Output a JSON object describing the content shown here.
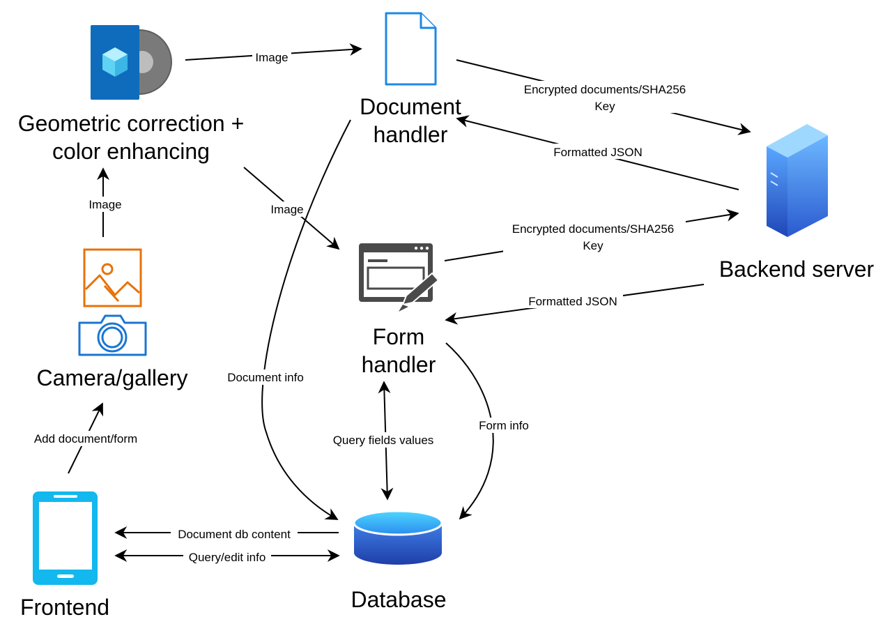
{
  "nodes": {
    "geometric": {
      "label_line1": "Geometric correction +",
      "label_line2": "color enhancing",
      "icon": "image-processing-icon"
    },
    "document_handler": {
      "label_line1": "Document",
      "label_line2": "handler",
      "icon": "document-icon"
    },
    "backend": {
      "label": "Backend server",
      "icon": "server-icon"
    },
    "form_handler": {
      "label_line1": "Form",
      "label_line2": "handler",
      "icon": "form-edit-icon"
    },
    "camera": {
      "label": "Camera/gallery",
      "icons": [
        "image-icon",
        "camera-icon"
      ]
    },
    "frontend": {
      "label": "Frontend",
      "icon": "smartphone-icon"
    },
    "database": {
      "label": "Database",
      "icon": "database-icon"
    }
  },
  "edges": {
    "geo_to_doc": "Image",
    "geo_to_form": "Image",
    "camera_to_geo": "Image",
    "doc_to_backend_1": "Encrypted documents/SHA256",
    "doc_to_backend_2": "Key",
    "backend_to_doc": "Formatted JSON",
    "form_to_backend_1": "Encrypted documents/SHA256",
    "form_to_backend_2": "Key",
    "backend_to_form": "Formatted JSON",
    "doc_to_db": "Document info",
    "form_db_query": "Query fields values",
    "form_to_db": "Form info",
    "frontend_to_camera": "Add document/form",
    "db_to_frontend": "Document db content",
    "frontend_db_query": "Query/edit info"
  },
  "colors": {
    "azure_blue": "#0f6cbd",
    "doc_blue": "#1e88e5",
    "server_blue": "#2f6fe0",
    "image_orange": "#e8710a",
    "camera_blue": "#1976d2",
    "phone_cyan": "#12b8ee",
    "form_gray": "#4a4a4a"
  }
}
